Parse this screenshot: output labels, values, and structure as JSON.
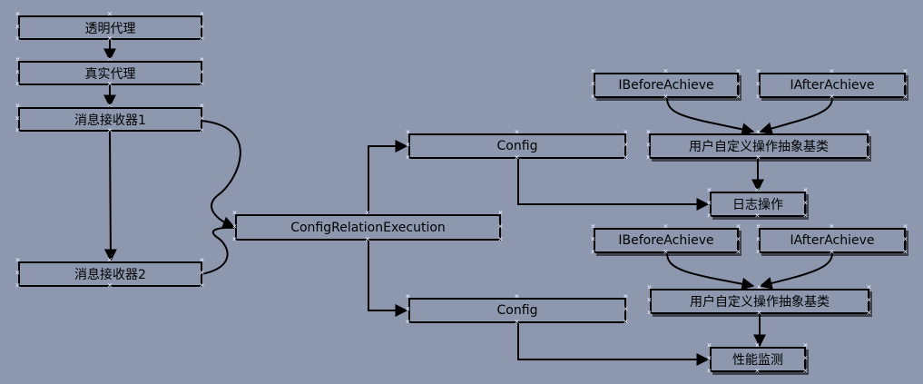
{
  "nodes": {
    "proxy_transparent": "透明代理",
    "proxy_real": "真实代理",
    "receiver1": "消息接收器1",
    "receiver2": "消息接收器2",
    "config_relation": "ConfigRelationExecution",
    "config_top": "Config",
    "config_bottom": "Config",
    "ibefore_top": "IBeforeAchieve",
    "iafter_top": "IAfterAchieve",
    "custom_base_top": "用户自定义操作抽象基类",
    "log_op": "日志操作",
    "ibefore_bottom": "IBeforeAchieve",
    "iafter_bottom": "IAfterAchieve",
    "custom_base_bottom": "用户自定义操作抽象基类",
    "perf_monitor": "性能监测"
  },
  "colors": {
    "background": "#8d98ae",
    "stroke": "#000000",
    "handle": "#e8ecff"
  }
}
